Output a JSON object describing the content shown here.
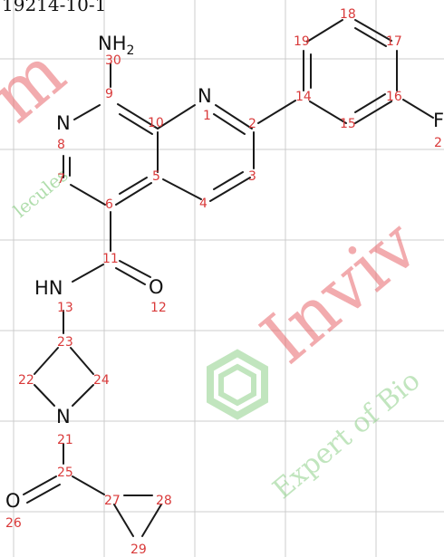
{
  "header_text": "19214-10-1",
  "atoms": {
    "nh2": "NH",
    "nh2_sub": "2",
    "n1": "N",
    "n8": "N",
    "hn": "HN",
    "o12": "O",
    "n21": "N",
    "o26": "O",
    "f": "F"
  },
  "atom_numbers": [
    "1",
    "2",
    "3",
    "4",
    "5",
    "6",
    "7",
    "8",
    "9",
    "10",
    "11",
    "12",
    "13",
    "14",
    "15",
    "16",
    "17",
    "18",
    "19",
    "21",
    "22",
    "23",
    "24",
    "25",
    "26",
    "27",
    "28",
    "29",
    "30",
    "2"
  ],
  "watermark": {
    "brand_fragment_left": "m",
    "brand_fragment_small": "lecules",
    "brand_main": "Inviv",
    "tagline": "Expert of Bio",
    "colors": {
      "red": "#e8686c",
      "green": "#8fd08a",
      "gold": "#e8d58a"
    }
  }
}
